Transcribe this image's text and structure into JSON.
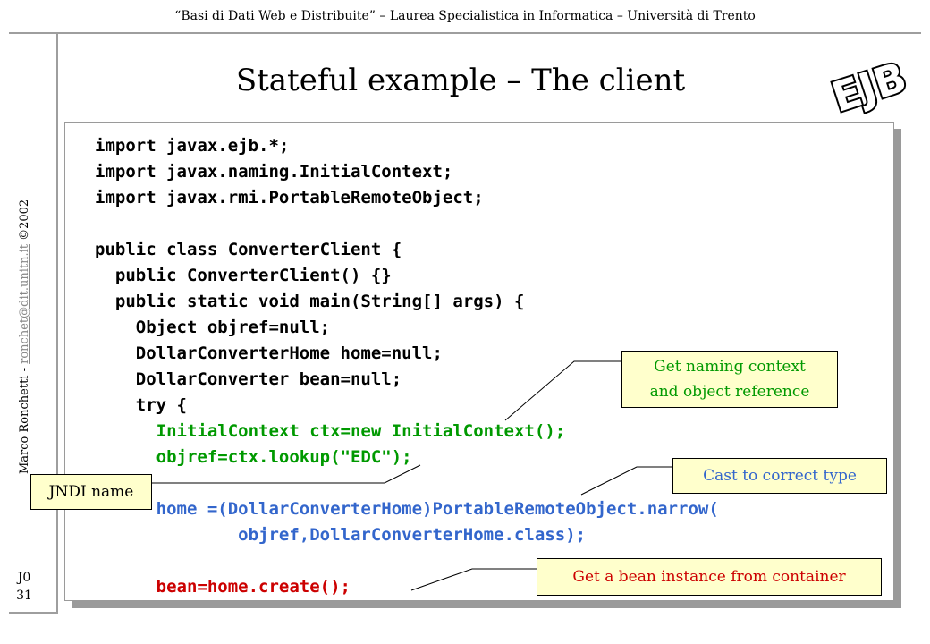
{
  "header": {
    "course": "“Basi di Dati Web e Distribuite” – Laurea Specialistica in Informatica – Università di Trento"
  },
  "slide": {
    "title": "Stateful example – The client",
    "logo_text": "EJB",
    "number_lines": [
      "J0",
      "31"
    ]
  },
  "sidebar": {
    "author": "Marco Ronchetti",
    "separator": " - ",
    "email": "ronchet@dit.unitn.it",
    "copyright": "   ©2002"
  },
  "code": {
    "lines": [
      {
        "text": "import javax.ejb.*;",
        "color": "black"
      },
      {
        "text": "import javax.naming.InitialContext;",
        "color": "black"
      },
      {
        "text": "import javax.rmi.PortableRemoteObject;",
        "color": "black"
      },
      {
        "text": "",
        "color": "black"
      },
      {
        "text": "public class ConverterClient {",
        "color": "black"
      },
      {
        "text": "  public ConverterClient() {}",
        "color": "black"
      },
      {
        "text": "  public static void main(String[] args) {",
        "color": "black"
      },
      {
        "text": "    Object objref=null;",
        "color": "black"
      },
      {
        "text": "    DollarConverterHome home=null;",
        "color": "black"
      },
      {
        "text": "    DollarConverter bean=null;",
        "color": "black"
      },
      {
        "text": "    try {",
        "color": "black"
      },
      {
        "text": "      InitialContext ctx=new InitialContext();",
        "color": "green"
      },
      {
        "text": "      objref=ctx.lookup(\"EDC\");",
        "color": "green"
      },
      {
        "text": "",
        "color": "black"
      },
      {
        "text": "      home =(DollarConverterHome)PortableRemoteObject.narrow(",
        "color": "blue"
      },
      {
        "text": "              objref,DollarConverterHome.class);",
        "color": "blue"
      },
      {
        "text": "",
        "color": "black"
      },
      {
        "text": "      bean=home.create();",
        "color": "red"
      }
    ]
  },
  "callouts": {
    "naming_line1": "Get naming context",
    "naming_line2": "and object reference",
    "cast": "Cast to correct type",
    "bean": "Get a bean instance from container",
    "jndi": "JNDI name"
  },
  "colors": {
    "green": "#009900",
    "blue": "#3366cc",
    "red": "#cc0000",
    "callout_bg": "#ffffcc"
  }
}
